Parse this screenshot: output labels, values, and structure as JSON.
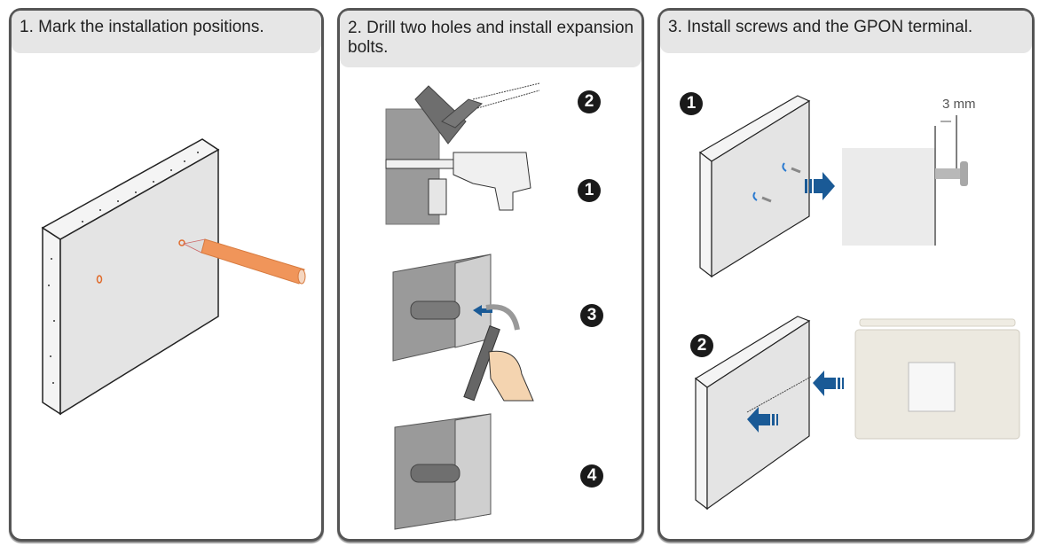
{
  "steps": [
    {
      "number": 1,
      "title": "1. Mark the installation positions.",
      "illustration": "wall-with-pencil-marking"
    },
    {
      "number": 2,
      "title": "2. Drill two holes and install expansion bolts.",
      "substeps": [
        {
          "label": "2",
          "description": "vacuum-dust"
        },
        {
          "label": "1",
          "description": "drill-hole"
        },
        {
          "label": "3",
          "description": "hammer-bolt"
        },
        {
          "label": "4",
          "description": "bolt-installed"
        }
      ]
    },
    {
      "number": 3,
      "title": "3. Install screws and the GPON terminal.",
      "substeps": [
        {
          "label": "1",
          "description": "install-screws",
          "dimension": "3 mm"
        },
        {
          "label": "2",
          "description": "hang-gpon-terminal"
        }
      ]
    }
  ],
  "colors": {
    "panel_border": "#555555",
    "header_bg": "#e6e6e6",
    "wall_face": "#e4e4e4",
    "pencil": "#f0955a",
    "arrow_blue": "#1a5a96",
    "badge": "#1a1a1a"
  }
}
